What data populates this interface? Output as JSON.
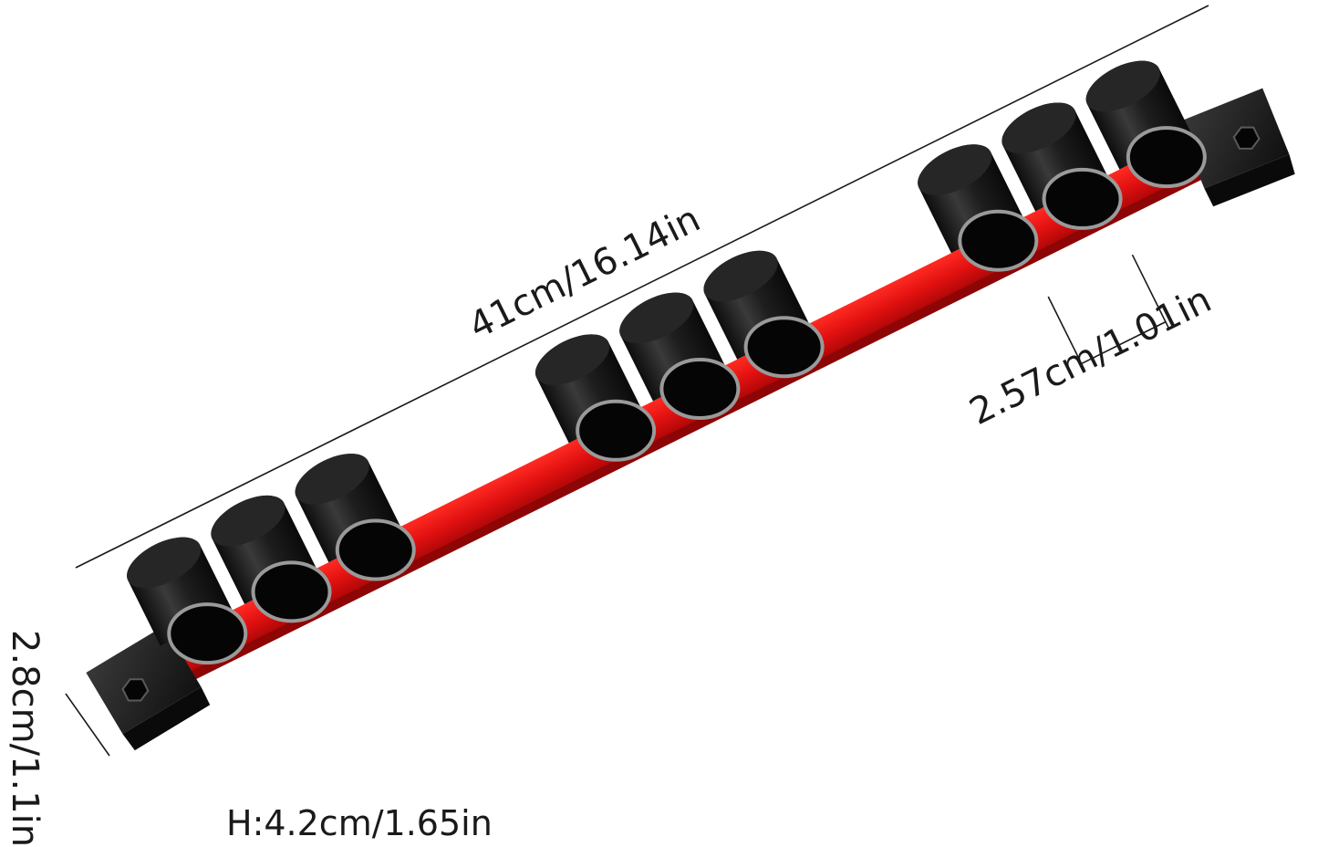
{
  "dimensions": {
    "length": "41cm/16.14in",
    "spacing": "2.57cm/1.01in",
    "width": "2.8cm/1.1in",
    "height": "H:4.2cm/1.65in"
  },
  "product": {
    "rail_color": "#e01010",
    "clip_color": "#1c1c1c",
    "clip_count": 9
  }
}
